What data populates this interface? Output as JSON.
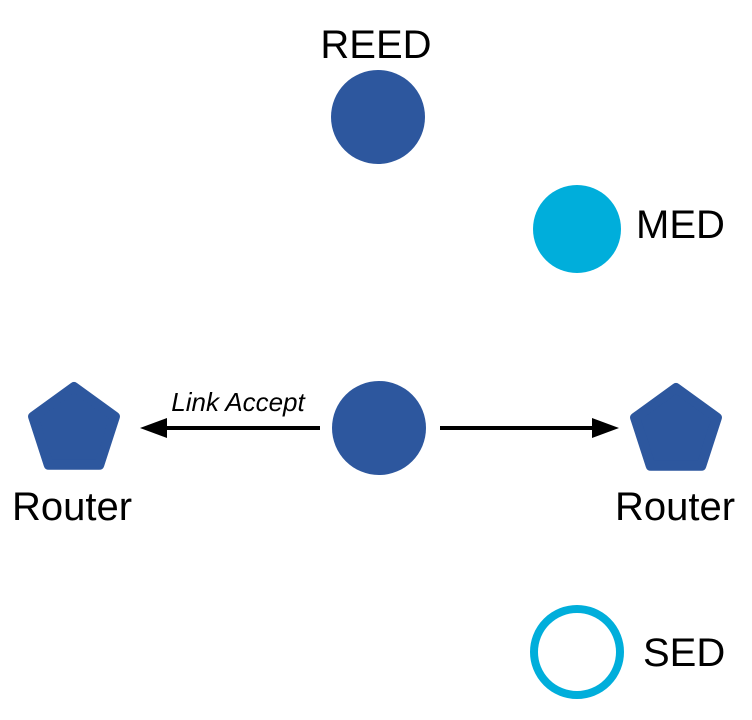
{
  "colors": {
    "blue": "#2D579E",
    "cyan": "#00AEDB",
    "black": "#000000",
    "background": "#FFFFFF"
  },
  "nodes": {
    "reed": {
      "label": "REED",
      "shape": "circle-filled"
    },
    "med": {
      "label": "MED",
      "shape": "circle-filled"
    },
    "parent": {
      "shape": "circle-filled"
    },
    "router_left": {
      "label": "Router",
      "shape": "pentagon"
    },
    "router_right": {
      "label": "Router",
      "shape": "pentagon"
    },
    "sed": {
      "label": "SED",
      "shape": "circle-outline"
    }
  },
  "edges": {
    "left": {
      "label": "Link Accept"
    },
    "right": {
      "label": ""
    }
  }
}
